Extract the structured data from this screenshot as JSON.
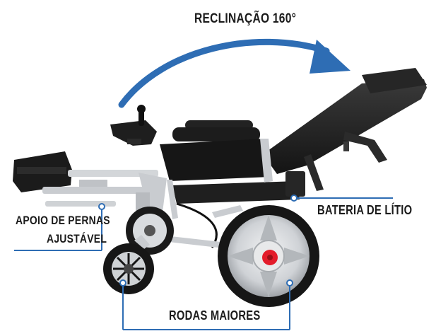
{
  "labels": {
    "recline": "RECLINAÇÃO 160°",
    "battery": "BATERIA DE LÍTIO",
    "legrest_line1": "APOIO DE PERNAS",
    "legrest_line2": "AJUSTÁVEL",
    "wheels": "RODAS MAIORES"
  },
  "colors": {
    "accent": "#2e6db4",
    "frame": "#c9ccd0",
    "upholstery": "#1c1c1c",
    "hub": "#e31c2a",
    "text": "#1b1b1b"
  }
}
